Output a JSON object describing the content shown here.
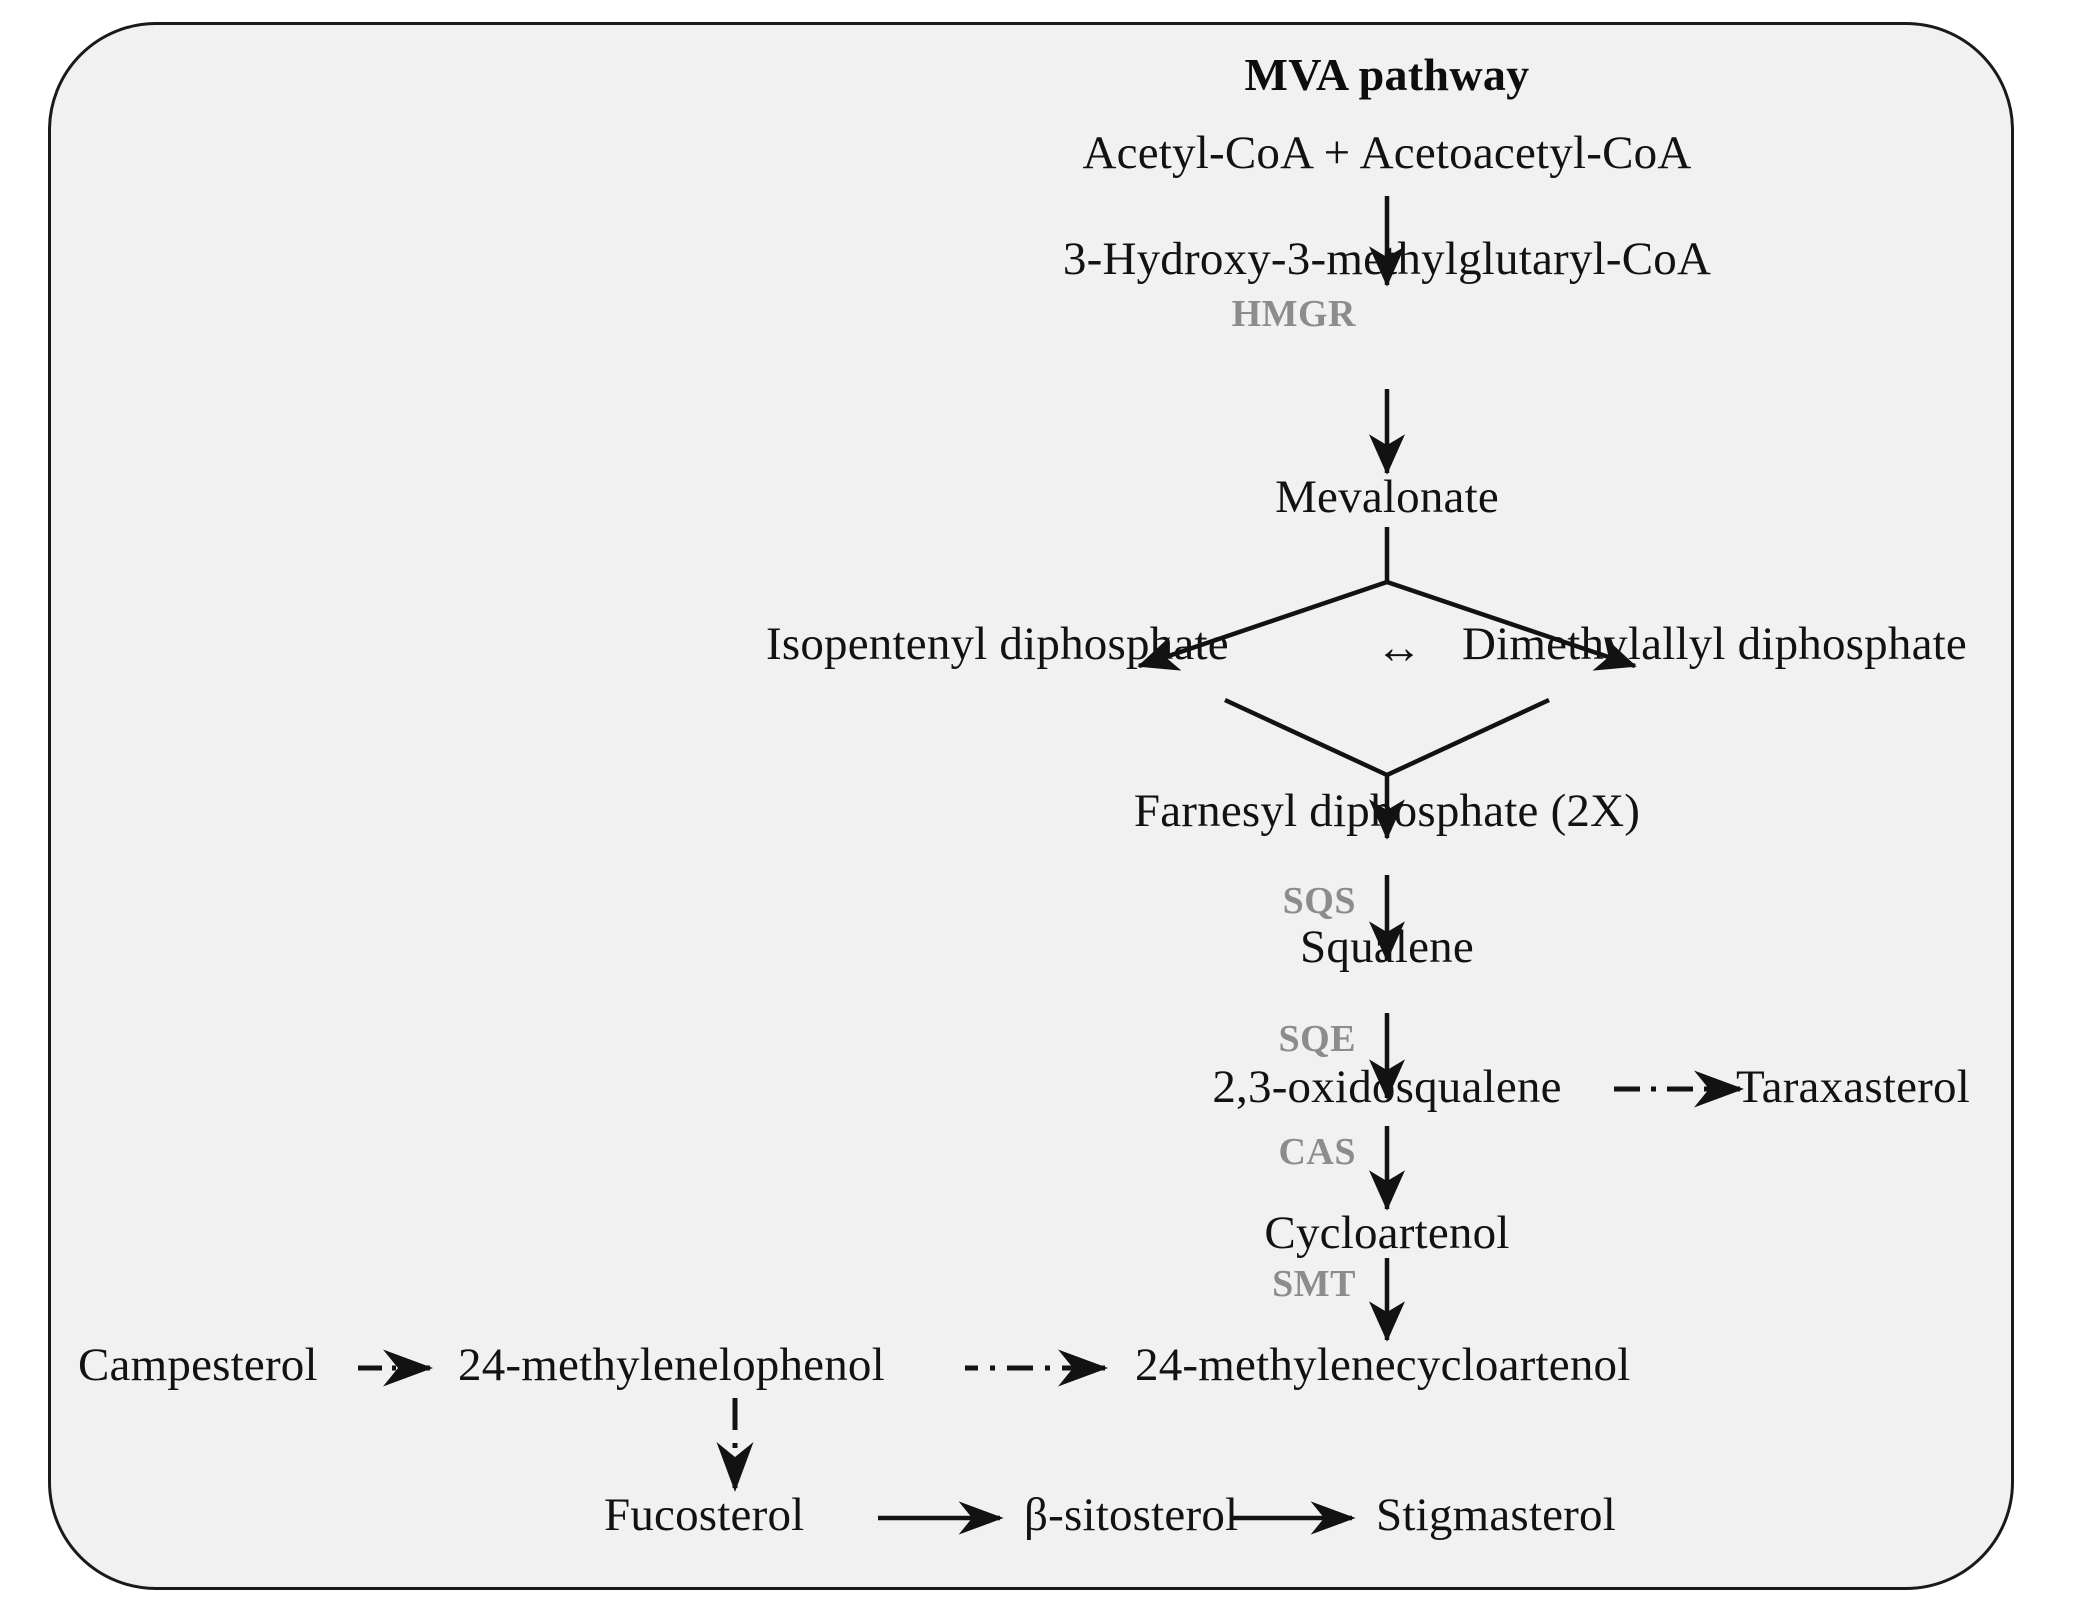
{
  "figure": {
    "title": "MVA pathway",
    "panel_fill": "#f1f1f1",
    "panel_stroke": "#1a1a1a",
    "text_color": "#121212",
    "enzyme_color": "#8c8c8c"
  },
  "nodes": {
    "acetyl": "Acetyl-CoA + Acetoacetyl-CoA",
    "hmg_coa": "3-Hydroxy-3-methylglutaryl-CoA",
    "mevalonate": "Mevalonate",
    "ipp": "Isopentenyl diphosphate",
    "dmapp": "Dimethylallyl diphosphate",
    "fpp": "Farnesyl diphosphate (2X)",
    "squalene": "Squalene",
    "oxidosqualene": "2,3-oxidosqualene",
    "taraxasterol": "Taraxasterol",
    "cycloartenol": "Cycloartenol",
    "methylenecycloartenol": "24-methylenecycloartenol",
    "methylenelophenol": "24-methylenelophenol",
    "campesterol": "Campesterol",
    "fucosterol": "Fucosterol",
    "sitosterol": "β-sitosterol",
    "stigmasterol": "Stigmasterol"
  },
  "enzymes": {
    "hmgr": "HMGR",
    "sqs": "SQS",
    "sqe": "SQE",
    "cas": "CAS",
    "smt": "SMT"
  },
  "glyphs": {
    "equilibrium": "↔"
  },
  "edges": [
    {
      "name": "acetyl-to-hmgcoa",
      "from": "acetyl",
      "to": "hmg_coa",
      "style": "solid",
      "direction": "down"
    },
    {
      "name": "hmgcoa-to-mevalonate",
      "from": "hmg_coa",
      "to": "mevalonate",
      "style": "solid",
      "direction": "down",
      "enzyme": "HMGR"
    },
    {
      "name": "mevalonate-to-ipp",
      "from": "mevalonate",
      "to": "ipp",
      "style": "solid",
      "direction": "down-left"
    },
    {
      "name": "mevalonate-to-dmapp",
      "from": "mevalonate",
      "to": "dmapp",
      "style": "solid",
      "direction": "down-right"
    },
    {
      "name": "ipp-dmapp-equilibrium",
      "from": "ipp",
      "to": "dmapp",
      "style": "solid",
      "direction": "both"
    },
    {
      "name": "ipp-to-fpp",
      "from": "ipp",
      "to": "fpp",
      "style": "solid",
      "direction": "down-right"
    },
    {
      "name": "dmapp-to-fpp",
      "from": "dmapp",
      "to": "fpp",
      "style": "solid",
      "direction": "down-left"
    },
    {
      "name": "fpp-to-squalene",
      "from": "fpp",
      "to": "squalene",
      "style": "solid",
      "direction": "down",
      "enzyme": "SQS"
    },
    {
      "name": "squalene-to-oxidosqualene",
      "from": "squalene",
      "to": "oxidosqualene",
      "style": "solid",
      "direction": "down",
      "enzyme": "SQE"
    },
    {
      "name": "oxidosqualene-to-taraxasterol",
      "from": "oxidosqualene",
      "to": "taraxasterol",
      "style": "dash-dot",
      "direction": "right"
    },
    {
      "name": "oxidosqualene-to-cycloartenol",
      "from": "oxidosqualene",
      "to": "cycloartenol",
      "style": "solid",
      "direction": "down",
      "enzyme": "CAS"
    },
    {
      "name": "cycloartenol-to-methylenecycloartenol",
      "from": "cycloartenol",
      "to": "methylenecycloartenol",
      "style": "solid",
      "direction": "down",
      "enzyme": "SMT"
    },
    {
      "name": "methylenecycloartenol-to-methylenelophenol",
      "from": "methylenecycloartenol",
      "to": "methylenelophenol",
      "style": "dash-dot",
      "direction": "left"
    },
    {
      "name": "methylenelophenol-to-campesterol",
      "from": "methylenelophenol",
      "to": "campesterol",
      "style": "dash-dot",
      "direction": "left"
    },
    {
      "name": "methylenelophenol-to-fucosterol",
      "from": "methylenelophenol",
      "to": "fucosterol",
      "style": "dash-dot",
      "direction": "down"
    },
    {
      "name": "fucosterol-to-sitosterol",
      "from": "fucosterol",
      "to": "sitosterol",
      "style": "solid",
      "direction": "right"
    },
    {
      "name": "sitosterol-to-stigmasterol",
      "from": "sitosterol",
      "to": "stigmasterol",
      "style": "solid",
      "direction": "right"
    }
  ]
}
